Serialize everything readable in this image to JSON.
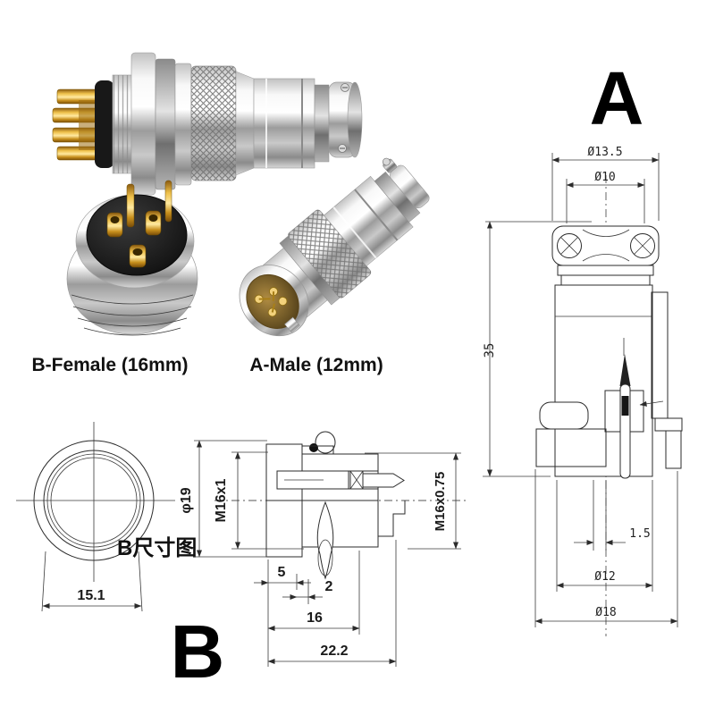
{
  "labels": {
    "female": "B-Female (16mm)",
    "male": "A-Male (12mm)"
  },
  "drawing_a": {
    "letter": "A",
    "dim_cap_outer": "Ø13.5",
    "dim_cap_inner": "Ø10",
    "dim_height": "35",
    "dim_pin_offset": "1.5",
    "dim_body": "Ø12",
    "dim_flange": "Ø18"
  },
  "drawing_b": {
    "letter": "B",
    "caption": "B尺寸图",
    "dim_outer_diameter": "φ19",
    "dim_across_flats": "15.1",
    "thread_front": "M16x1",
    "thread_rear": "M16x0.75",
    "dim_flange_thickness": "5",
    "dim_step": "2",
    "dim_thread_length": "16",
    "dim_overall_length": "22.2"
  },
  "colors": {
    "background": "#ffffff",
    "line": "#2b2b2b",
    "text": "#111111",
    "gold_pin": "#d9a826",
    "chrome_light": "#f7f7f7",
    "chrome_dark": "#8f8f8f",
    "insulator_black": "#181818"
  }
}
